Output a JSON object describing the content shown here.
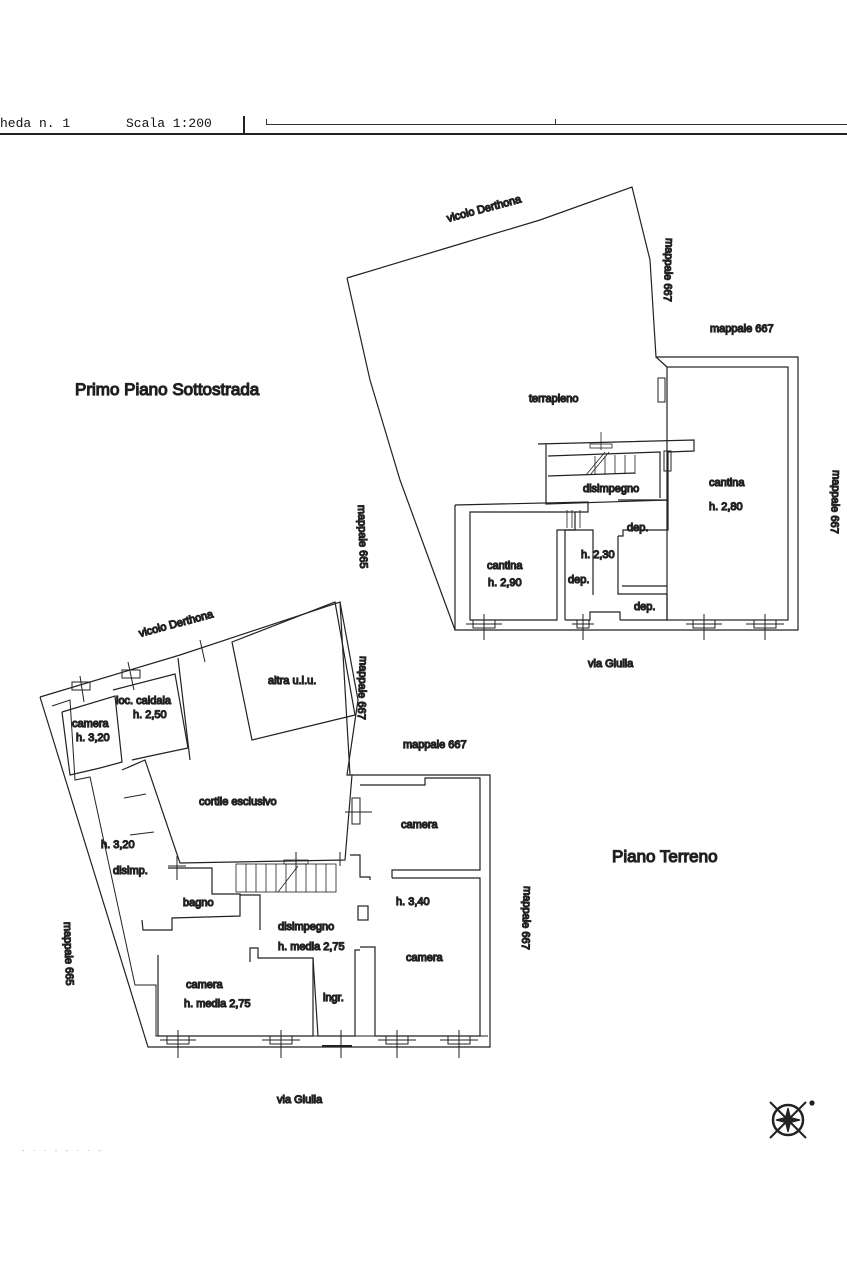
{
  "header": {
    "sheet_label": "heda n. 1",
    "scale_label": "Scala 1:200"
  },
  "plans": {
    "basement": {
      "title": "Primo Piano Sottostrada",
      "street_top": "vicolo Derthona",
      "street_bottom": "via Giulia",
      "neighbor_left": "mappale 665",
      "neighbor_right_top": "mappale 667",
      "neighbor_right_corner": "mappale 667",
      "neighbor_right_side": "mappale 667",
      "rooms": [
        {
          "name": "terrapieno",
          "height": ""
        },
        {
          "name": "disimpegno",
          "height": ""
        },
        {
          "name": "cantina",
          "height": "h. 2,80"
        },
        {
          "name": "cantina",
          "height": "h. 2,90"
        },
        {
          "name": "dep.",
          "height": "h. 2,30"
        },
        {
          "name": "dep.",
          "height": ""
        },
        {
          "name": "dep.",
          "height": ""
        }
      ]
    },
    "ground": {
      "title": "Piano Terreno",
      "street_top": "vicolo Derthona",
      "street_bottom": "via Giulia",
      "neighbor_left": "mappale 665",
      "neighbor_right_top": "mappale 667",
      "neighbor_right_corner": "mappale 667",
      "neighbor_right_side": "mappale 667",
      "rooms": [
        {
          "name": "camera",
          "height": "h. 3,20"
        },
        {
          "name": "loc. caldaia",
          "height": "h. 2,50"
        },
        {
          "name": "altra u.i.u.",
          "height": ""
        },
        {
          "name": "cortile esclusivo",
          "height": ""
        },
        {
          "name": "disimp.",
          "height": "h. 3,20"
        },
        {
          "name": "bagno",
          "height": ""
        },
        {
          "name": "disimpegno",
          "height": "h. media 2,75"
        },
        {
          "name": "camera",
          "height": "h. media 2,75"
        },
        {
          "name": "ingr.",
          "height": ""
        },
        {
          "name": "camera",
          "height": "h. 3,40"
        },
        {
          "name": "camera",
          "height": ""
        }
      ]
    }
  },
  "compass": {
    "icon": "north-compass-icon"
  },
  "footer": {
    "faint_text": "- · · - - · · -"
  }
}
